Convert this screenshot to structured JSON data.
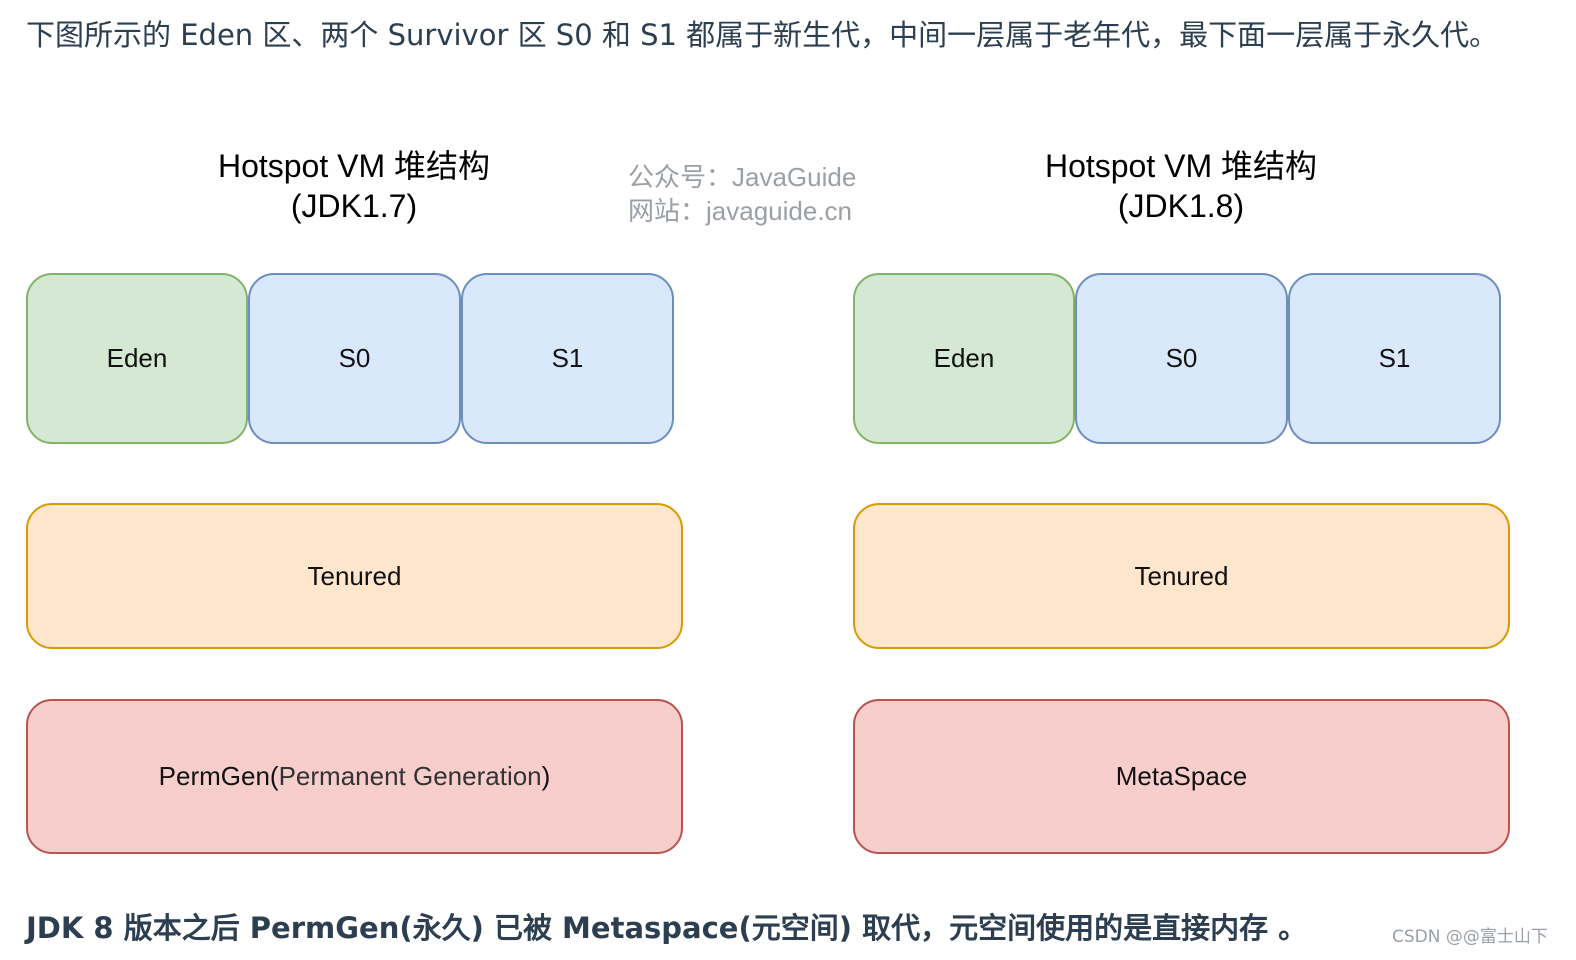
{
  "intro_text": "下图所示的 Eden 区、两个 Survivor 区 S0 和 S1 都属于新生代，中间一层属于老年代，最下面一层属于永久代。",
  "watermark": {
    "line1": "公众号：JavaGuide",
    "line2": "网站：javaguide.cn"
  },
  "diagram_left": {
    "title_line1": "Hotspot VM  堆结构",
    "title_line2": "(JDK1.7)",
    "eden": "Eden",
    "s0": "S0",
    "s1": "S1",
    "tenured": "Tenured",
    "perm_prefix": "PermGen(",
    "perm_full": "Permanent Generation",
    "perm_suffix": ")"
  },
  "diagram_right": {
    "title_line1": "Hotspot VM  堆结构",
    "title_line2": "(JDK1.8)",
    "eden": "Eden",
    "s0": "S0",
    "s1": "S1",
    "tenured": "Tenured",
    "metaspace": "MetaSpace"
  },
  "colors": {
    "eden_fill": "#d5e8d4",
    "eden_border": "#82b366",
    "survivor_fill": "#dae8fc",
    "survivor_border": "#6c8ebf",
    "tenured_fill": "#ffe6cc",
    "tenured_border": "#d79b00",
    "perm_fill": "#f8cecc",
    "perm_border": "#b85450"
  },
  "conclusion_text": "JDK 8 版本之后 PermGen(永久) 已被 Metaspace(元空间) 取代，元空间使用的是直接内存 。",
  "credit": "CSDN @@富士山下"
}
